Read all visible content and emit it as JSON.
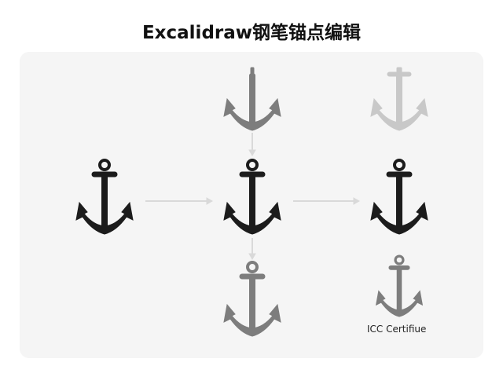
{
  "page": {
    "title": "Excalidraw钢笔锚点编辑"
  },
  "anchors": [
    {
      "name": "anchor-left",
      "tone": "dark"
    },
    {
      "name": "anchor-center",
      "tone": "dark"
    },
    {
      "name": "anchor-right",
      "tone": "dark"
    },
    {
      "name": "anchor-top-center",
      "tone": "mid-gray"
    },
    {
      "name": "anchor-top-right",
      "tone": "light-gray"
    },
    {
      "name": "anchor-bottom-center",
      "tone": "mid-gray"
    },
    {
      "name": "anchor-bottom-right",
      "tone": "mid-gray"
    }
  ],
  "colors": {
    "dark": "#1c1c1c",
    "mid_gray": "#7d7d7d",
    "light_gray": "#c8c8c8",
    "arrow": "#d9d9d9",
    "canvas": "#f5f5f5"
  },
  "icon": "anchor-icon",
  "caption": "ICC Certifiue"
}
